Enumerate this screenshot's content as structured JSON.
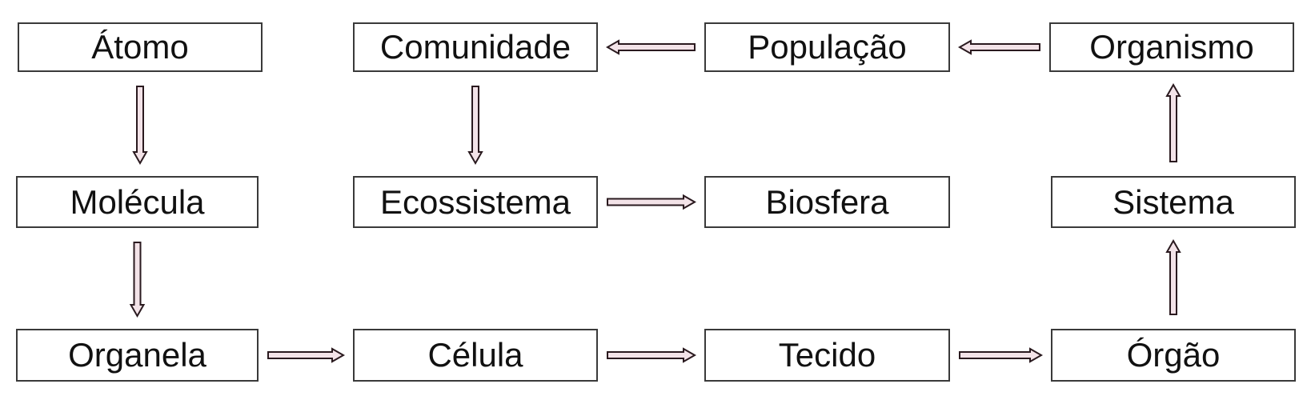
{
  "diagram": {
    "nodes": {
      "atomo": "Átomo",
      "molecula": "Molécula",
      "organela": "Organela",
      "celula": "Célula",
      "tecido": "Tecido",
      "orgao": "Órgão",
      "sistema": "Sistema",
      "organismo": "Organismo",
      "populacao": "População",
      "comunidade": "Comunidade",
      "ecossistema": "Ecossistema",
      "biosfera": "Biosfera"
    },
    "edges": [
      {
        "from": "atomo",
        "to": "molecula"
      },
      {
        "from": "molecula",
        "to": "organela"
      },
      {
        "from": "organela",
        "to": "celula"
      },
      {
        "from": "celula",
        "to": "tecido"
      },
      {
        "from": "tecido",
        "to": "orgao"
      },
      {
        "from": "orgao",
        "to": "sistema"
      },
      {
        "from": "sistema",
        "to": "organismo"
      },
      {
        "from": "organismo",
        "to": "populacao"
      },
      {
        "from": "populacao",
        "to": "comunidade"
      },
      {
        "from": "comunidade",
        "to": "ecossistema"
      },
      {
        "from": "ecossistema",
        "to": "biosfera"
      }
    ],
    "colors": {
      "arrow_fill": "#f3e3e8",
      "arrow_stroke": "#2a1a1f",
      "box_border": "#3a3a3a",
      "text": "#111111"
    }
  }
}
